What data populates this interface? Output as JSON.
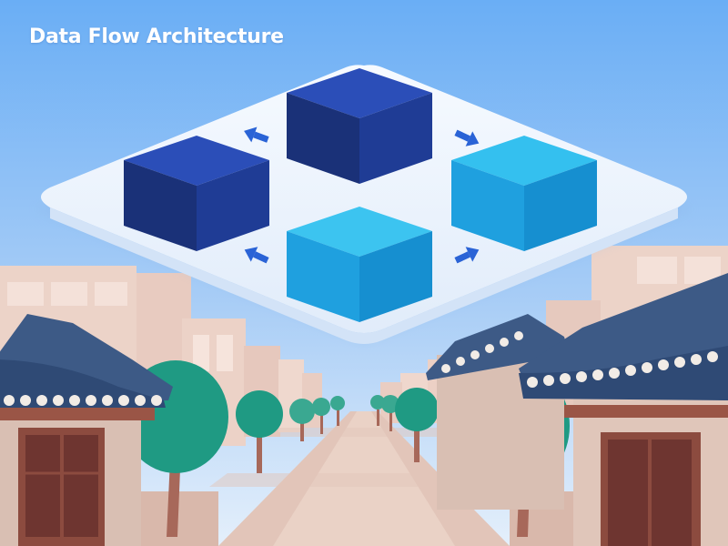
{
  "title": "Data Flow Architecture",
  "colors": {
    "sky_top": "#6fb0f5",
    "sky_bottom": "#dcecfb",
    "platform": "#eef5fd",
    "cube_dark_top": "#2b4eb8",
    "cube_dark_left": "#1a3178",
    "cube_dark_right": "#1f3c95",
    "cube_light_top": "#34c0ef",
    "cube_light_left": "#1fa0df",
    "cube_light_right": "#168fd0",
    "arrow": "#2a63d6",
    "roof": "#3d5a86",
    "wall": "#e9cfc3",
    "tree": "#1f9a83",
    "trunk": "#a7685a",
    "street": "#ead2c6"
  },
  "diagram": {
    "nodes": [
      {
        "id": "top",
        "tone": "dark"
      },
      {
        "id": "left",
        "tone": "dark"
      },
      {
        "id": "right",
        "tone": "light"
      },
      {
        "id": "bottom",
        "tone": "light"
      }
    ],
    "flow": [
      {
        "from": "top",
        "to": "left"
      },
      {
        "from": "top",
        "to": "right"
      },
      {
        "from": "bottom",
        "to": "left"
      },
      {
        "from": "bottom",
        "to": "right"
      }
    ]
  },
  "scene_elements": [
    "hanok-house-left",
    "hanok-house-right",
    "street",
    "trees"
  ],
  "icons": [
    "flow-arrow-icon"
  ]
}
